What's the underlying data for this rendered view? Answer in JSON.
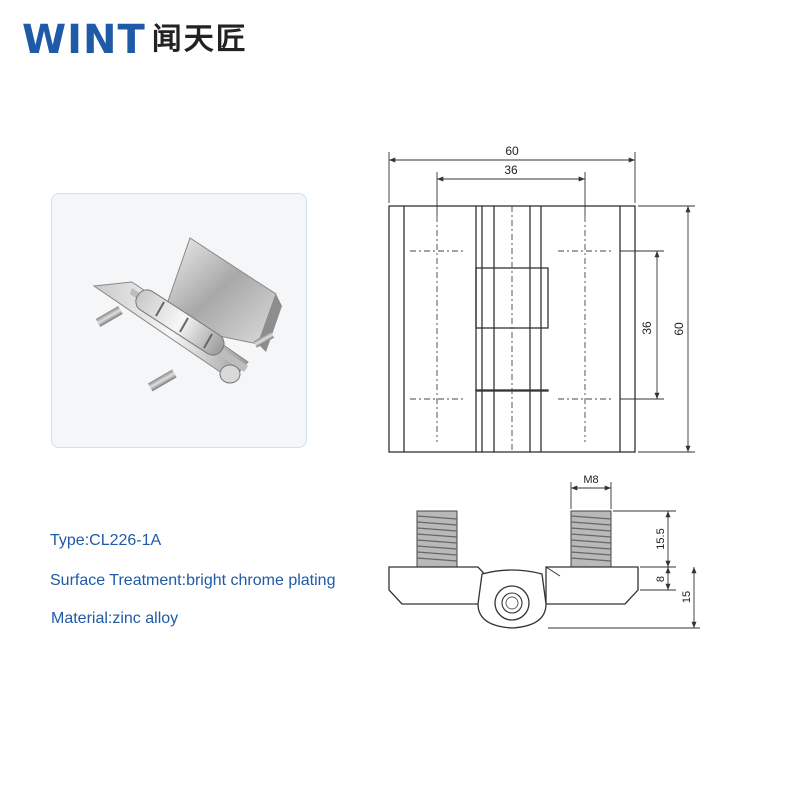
{
  "brand": {
    "latin": "WINT",
    "cjk": "闻天匠"
  },
  "specs": {
    "type": "Type:CL226-1A",
    "surface": "Surface Treatment:bright chrome plating",
    "material": "Material:zinc alloy"
  },
  "drawing": {
    "front": {
      "total_width": "60",
      "hole_spacing_x": "36",
      "hole_spacing_y": "36",
      "total_height": "60"
    },
    "side": {
      "thread": "M8",
      "stud_length": "15.5",
      "plate_thickness": "8",
      "total_height": "15"
    }
  },
  "colors": {
    "brand_blue": "#1e5aa6",
    "text_dark": "#222222",
    "line": "#333333"
  }
}
